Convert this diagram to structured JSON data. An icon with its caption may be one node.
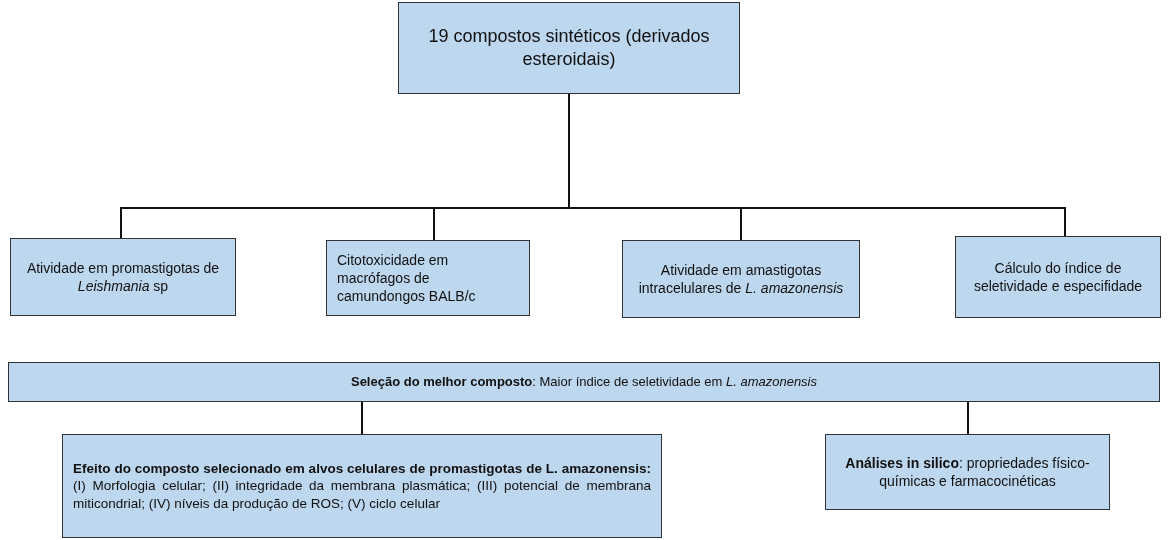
{
  "diagram": {
    "nodes": [
      {
        "text": [
          "19 compostos sintéticos (derivados esteroidais)"
        ]
      },
      {
        "text": [
          "Atividade em promastigotas de *Leishmania* sp"
        ]
      },
      {
        "text": [
          "Citotoxicidade em macrófagos de camundongos BALB/c"
        ]
      },
      {
        "text": [
          "Atividade em amastigotas intracelulares de *L. amazonensis*"
        ]
      },
      {
        "text": [
          "Cálculo do índice de seletividade e especifidade"
        ]
      },
      {
        "text": [
          "**Seleção do melhor composto**: Maior índice de seletividade em *L. amazonensis*"
        ]
      },
      {
        "text": [
          "**Efeito do composto selecionado em alvos celulares de promastigotas de L. amazonensis:** (I) Morfologia celular; (II) integridade da membrana plasmática; (III) potencial de membrana miticondrial; (IV) níveis da produção de ROS; (V) ciclo celular"
        ]
      },
      {
        "text": [
          "**Análises in silico**: propriedades físico-químicas e farmacocinéticas"
        ]
      }
    ],
    "edges": [
      {
        "from": 0,
        "to": 1,
        "arrow": "none"
      },
      {
        "from": 0,
        "to": 2,
        "arrow": "none"
      },
      {
        "from": 0,
        "to": 3,
        "arrow": "none"
      },
      {
        "from": 0,
        "to": 4,
        "arrow": "none"
      },
      {
        "from": 5,
        "to": 6,
        "arrow": "none"
      },
      {
        "from": 5,
        "to": 7,
        "arrow": "none"
      }
    ]
  }
}
